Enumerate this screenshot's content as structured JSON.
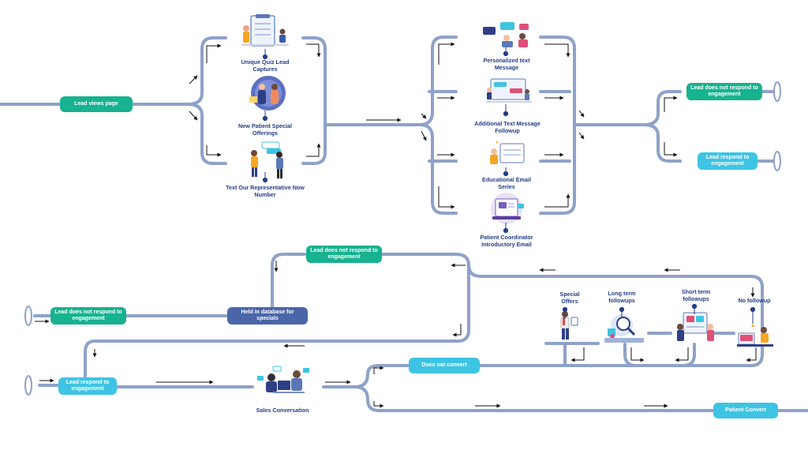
{
  "colors": {
    "connector": "#8ea2c9",
    "arrow": "#111111",
    "label_text": "#243d86",
    "green_pill": "#17b28f",
    "cyan_pill": "#3ec4e3",
    "navy_pill": "#4a66a8"
  },
  "top_flow": {
    "start": "Lead views page",
    "capture_methods": [
      {
        "label": "Unique Quiz Lead Captures",
        "icon": "quiz-clipboard-icon"
      },
      {
        "label": "New Patient Special Offerings",
        "icon": "patient-offer-icon"
      },
      {
        "label": "Text Our Representative Now Number",
        "icon": "text-representative-icon"
      }
    ],
    "engagement": [
      {
        "label": "Personalized text Message",
        "icon": "personalized-text-icon"
      },
      {
        "label": "Additional Text Message Followup",
        "icon": "text-followup-icon"
      },
      {
        "label": "Educational Email Series",
        "icon": "email-series-icon"
      },
      {
        "label": "Patient Coordinator Introductory Email",
        "icon": "coordinator-email-icon"
      }
    ],
    "outcomes": {
      "no_response": "Lead does not respond to engagement",
      "response": "Lead respond to engagement"
    }
  },
  "bottom_flow": {
    "no_respond_top": "Lead does not respond to engagement",
    "held": "Held in database for specials",
    "no_respond_left": "Lead does not respond to engagement",
    "respond_left": "Lead respond to engagement",
    "sales": {
      "label": "Sales Conversation",
      "icon": "sales-conversation-icon"
    },
    "not_convert": "Does not convert",
    "patient_convert": "Patient Convert",
    "followups": [
      {
        "label": "Special Offers",
        "icon": "special-offers-icon"
      },
      {
        "label": "Long term followups",
        "icon": "long-term-followups-icon"
      },
      {
        "label": "Short term followups",
        "icon": "short-term-followups-icon"
      },
      {
        "label": "No followup",
        "icon": "no-followup-icon"
      }
    ]
  }
}
